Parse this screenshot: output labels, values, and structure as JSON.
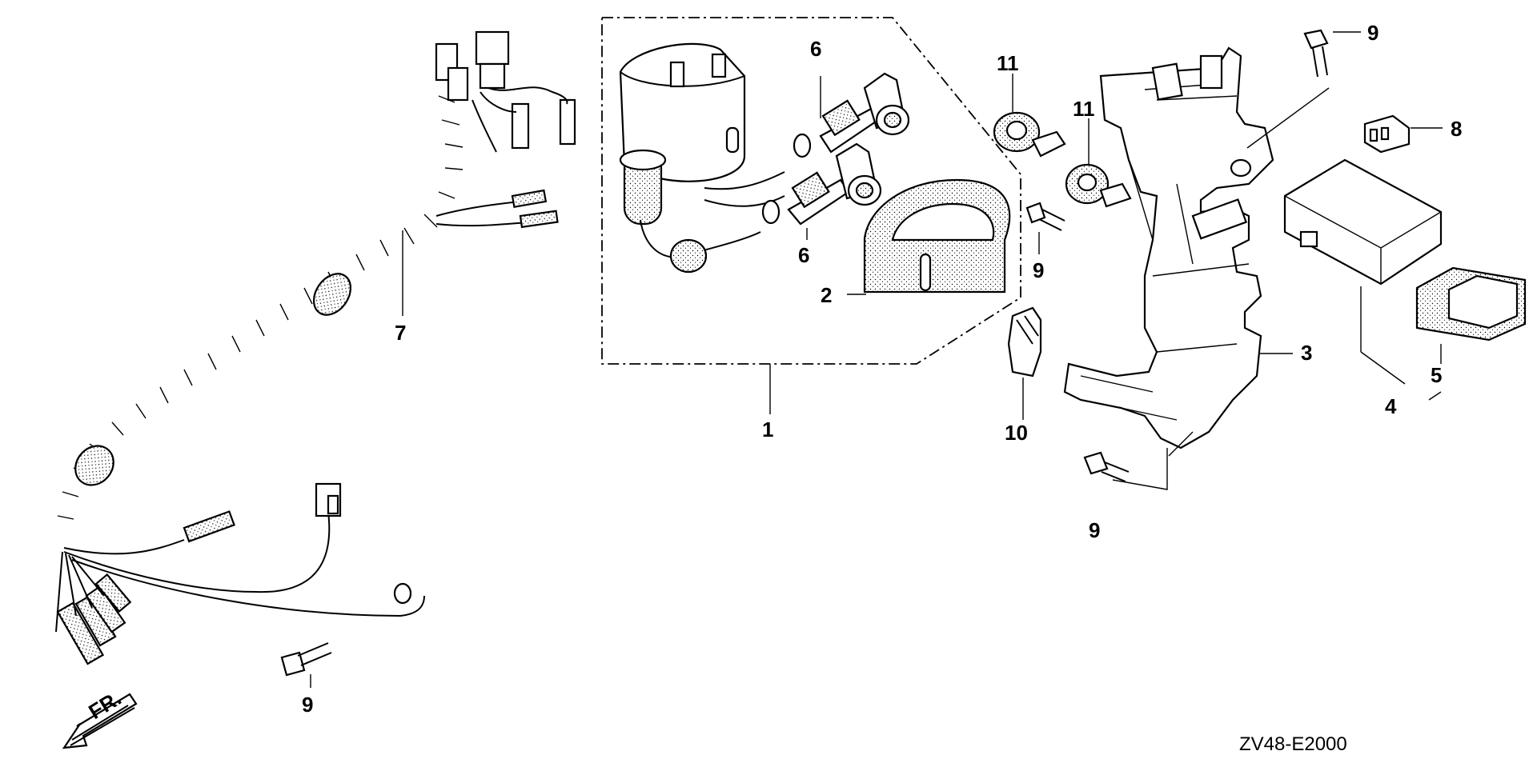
{
  "diagram": {
    "code": "ZV48-E2000",
    "direction_label": "FR.",
    "callouts": [
      {
        "id": "c1",
        "text": "1"
      },
      {
        "id": "c2",
        "text": "2"
      },
      {
        "id": "c3",
        "text": "3"
      },
      {
        "id": "c4",
        "text": "4"
      },
      {
        "id": "c5",
        "text": "5"
      },
      {
        "id": "c6a",
        "text": "6"
      },
      {
        "id": "c6b",
        "text": "6"
      },
      {
        "id": "c7",
        "text": "7"
      },
      {
        "id": "c8",
        "text": "8"
      },
      {
        "id": "c9a",
        "text": "9"
      },
      {
        "id": "c9b",
        "text": "9"
      },
      {
        "id": "c9c",
        "text": "9"
      },
      {
        "id": "c9d",
        "text": "9"
      },
      {
        "id": "c10",
        "text": "10"
      },
      {
        "id": "c11a",
        "text": "11"
      },
      {
        "id": "c11b",
        "text": "11"
      }
    ]
  }
}
